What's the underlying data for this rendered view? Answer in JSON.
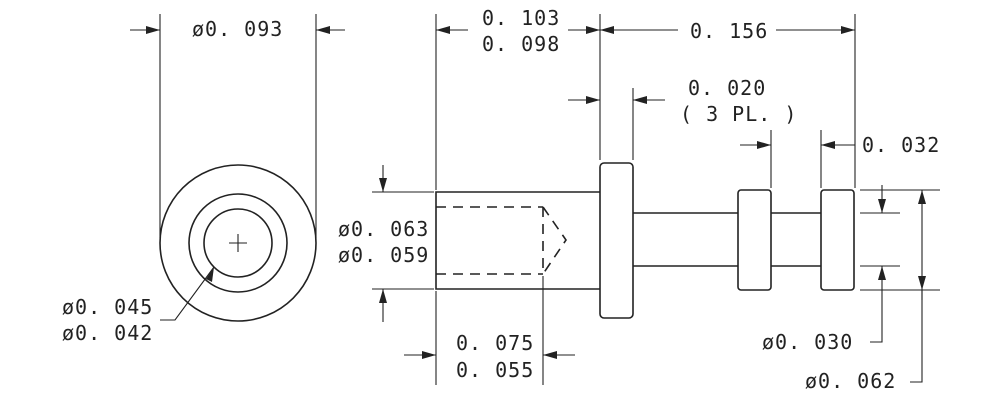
{
  "end_view": {
    "outer_diameter": "ø0. 093",
    "bore_diameter_max": "ø0. 045",
    "bore_diameter_min": "ø0. 042"
  },
  "side_view": {
    "head_offset_max": "0. 103",
    "head_offset_min": "0. 098",
    "pin_length": "0. 156",
    "flange_width": "0. 020",
    "flange_note": "( 3 PL. )",
    "tip_width": "0. 032",
    "body_diameter_max": "ø0. 063",
    "body_diameter_min": "ø0. 059",
    "bore_depth_max": "0. 075",
    "bore_depth_min": "0. 055",
    "pin_diameter": "ø0. 030",
    "collar_diameter": "ø0. 062"
  }
}
